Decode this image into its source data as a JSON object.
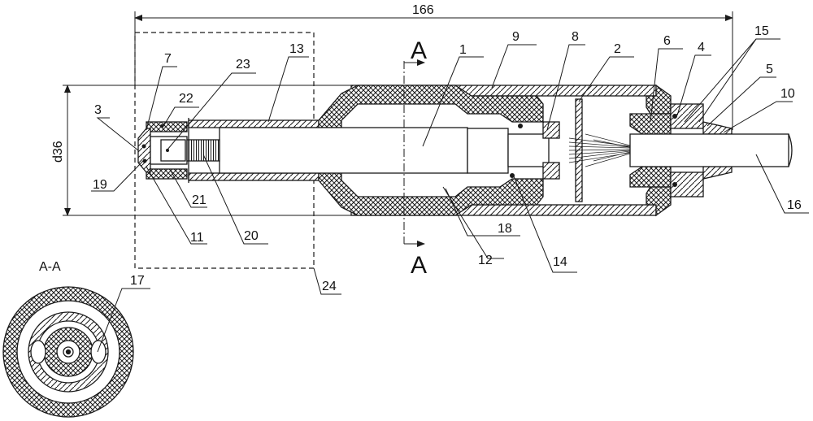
{
  "dimensions": {
    "length": "166",
    "diameter": "d36"
  },
  "section_marker": "A",
  "section_view_label": "A-A",
  "part_labels": {
    "p1": "1",
    "p2": "2",
    "p3": "3",
    "p4": "4",
    "p5": "5",
    "p6": "6",
    "p7": "7",
    "p8": "8",
    "p9": "9",
    "p10": "10",
    "p11": "11",
    "p12": "12",
    "p13": "13",
    "p14": "14",
    "p15": "15",
    "p16": "16",
    "p17": "17",
    "p18": "18",
    "p19": "19",
    "p20": "20",
    "p21": "21",
    "p22": "22",
    "p23": "23",
    "p24": "24"
  },
  "colors": {
    "line": "#1a1a1a",
    "hatch": "#1a1a1a",
    "background": "#ffffff"
  }
}
